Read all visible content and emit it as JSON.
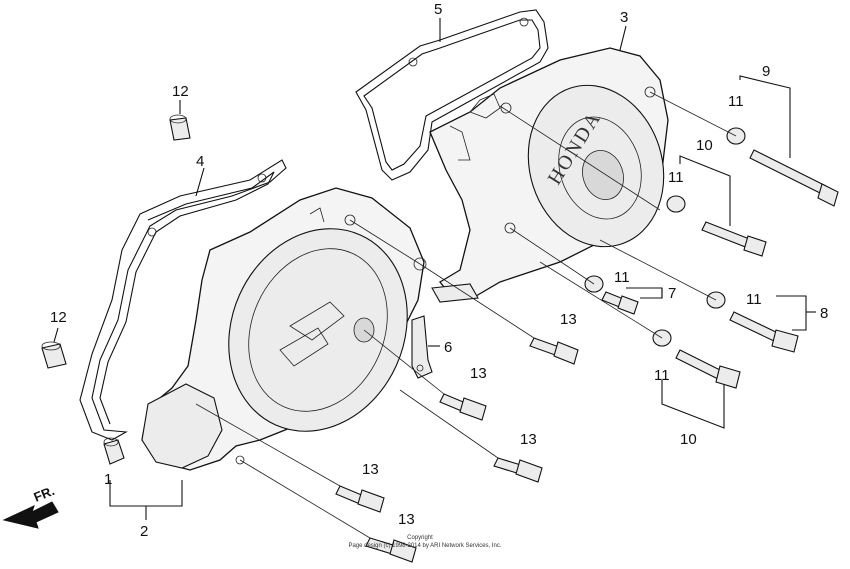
{
  "callouts": {
    "c1": "1",
    "c2": "2",
    "c3": "3",
    "c4": "4",
    "c5": "5",
    "c6": "6",
    "c7": "7",
    "c8": "8",
    "c9": "9",
    "c10a": "10",
    "c10b": "10",
    "c11a": "11",
    "c11b": "11",
    "c11c": "11",
    "c11d": "11",
    "c11e": "11",
    "c12a": "12",
    "c12b": "12",
    "c13a": "13",
    "c13b": "13",
    "c13c": "13",
    "c13d": "13",
    "c13e": "13"
  },
  "brand_text": "HONDA",
  "direction_label": "FR.",
  "copyright": {
    "line1": "Copyright",
    "line2": "Page design (c) 1998-2014 by ARI Network Services, Inc."
  }
}
